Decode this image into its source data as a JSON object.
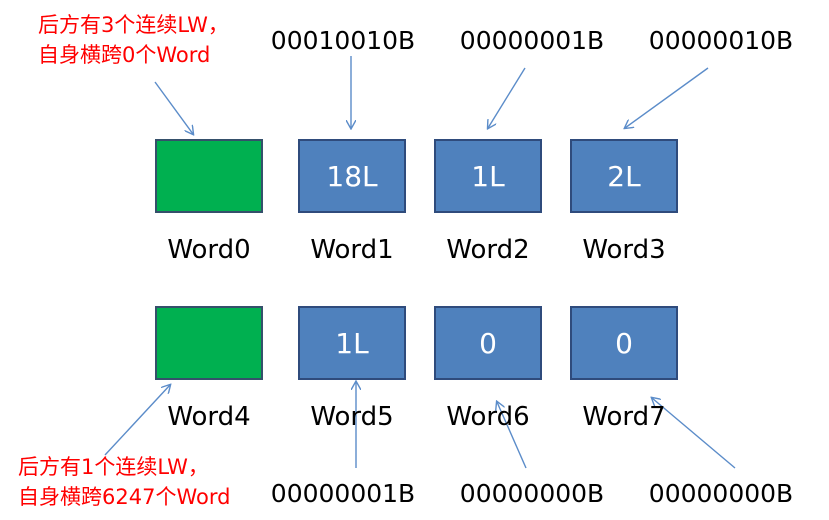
{
  "row1": {
    "note_line1": "后方有3个连续LW，",
    "note_line2": "自身横跨0个Word",
    "binaries": [
      "00010010B",
      "00000001B",
      "00000010B"
    ],
    "boxes": [
      "",
      "18L",
      "1L",
      "2L"
    ],
    "words": [
      "Word0",
      "Word1",
      "Word2",
      "Word3"
    ]
  },
  "row2": {
    "note_line1": "后方有1个连续LW，",
    "note_line2": "自身横跨6247个Word",
    "binaries": [
      "00000001B",
      "00000000B",
      "00000000B"
    ],
    "boxes": [
      "",
      "1L",
      "0",
      "0"
    ],
    "words": [
      "Word4",
      "Word5",
      "Word6",
      "Word7"
    ]
  },
  "colors": {
    "blue_box": "#4f81bd",
    "green_box": "#00b050",
    "note_text": "#ff0000",
    "arrow": "#5b8cc9"
  }
}
